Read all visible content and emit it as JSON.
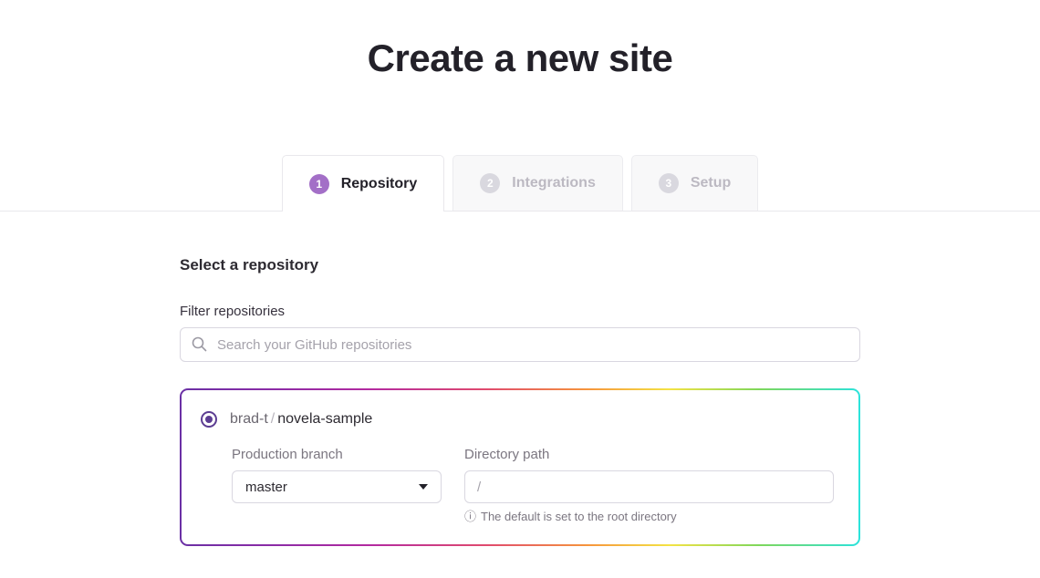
{
  "page": {
    "title": "Create a new site"
  },
  "tabs": [
    {
      "number": "1",
      "label": "Repository",
      "active": true
    },
    {
      "number": "2",
      "label": "Integrations",
      "active": false
    },
    {
      "number": "3",
      "label": "Setup",
      "active": false
    }
  ],
  "repository_section": {
    "heading": "Select a repository",
    "filter_label": "Filter repositories",
    "search_placeholder": "Search your GitHub repositories"
  },
  "selected_repo": {
    "owner": "brad-t",
    "separator": "/",
    "name": "novela-sample",
    "production_branch_label": "Production branch",
    "production_branch_value": "master",
    "directory_path_label": "Directory path",
    "directory_path_placeholder": "/",
    "directory_hint_icon": "info-icon",
    "directory_hint": "The default is set to the root directory"
  },
  "colors": {
    "active_badge_purple": "#a36fc7",
    "radio_purple": "#5c3d92",
    "card_gradient": [
      "#6a30a5",
      "#b32aa0",
      "#e04a6e",
      "#f6953c",
      "#f4e344",
      "#7fd75a",
      "#2be3dc"
    ],
    "inactive_tab_bg": "#f8f8f9",
    "border_gray": "#d9d7e0",
    "text_dark": "#232129",
    "text_muted": "#7b7680"
  }
}
